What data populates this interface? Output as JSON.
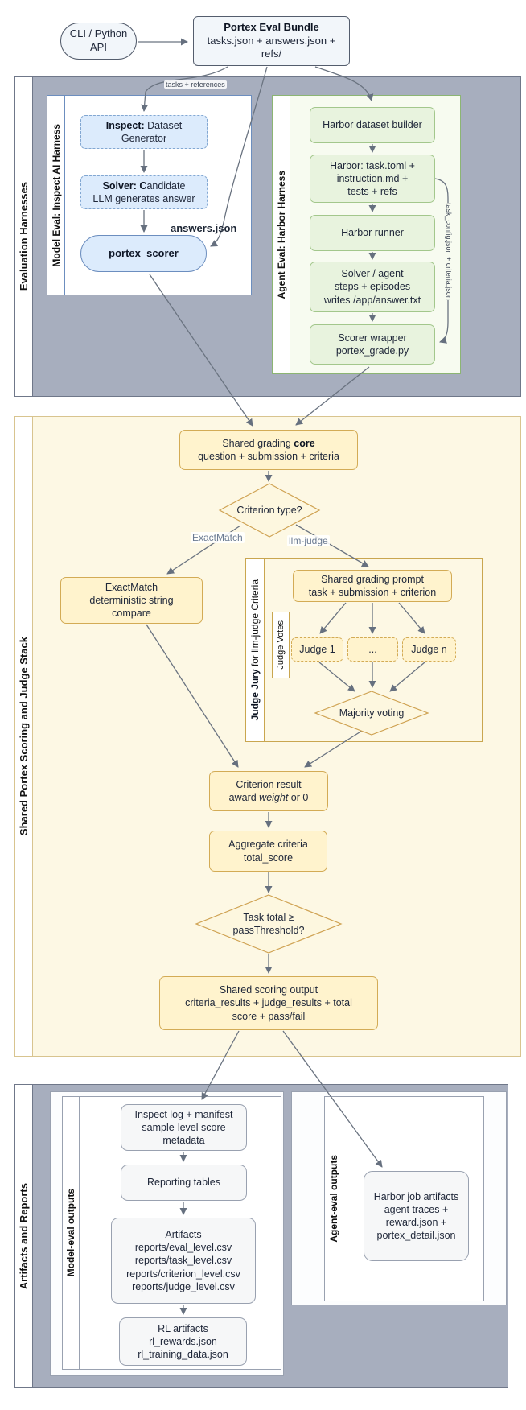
{
  "colors": {
    "section_gray": "#a7aebe",
    "section_yellow_bg": "#fdf8e4",
    "blue_fill": "#dcebfc",
    "blue_border": "#6c8ebf",
    "green_fill": "#e8f3de",
    "green_border": "#82b366",
    "yellow_fill": "#fff3cd",
    "yellow_border": "#d3ab55",
    "arrow_gray": "#6a7380"
  },
  "top": {
    "cli_lines": [
      "CLI / Python",
      "API"
    ],
    "bundle_title": "Portex Eval Bundle",
    "bundle_lines": [
      "tasks.json + answers.json +",
      "refs/"
    ],
    "edge_tasks": "tasks + references",
    "edge_answers": "answers.json"
  },
  "harnesses": {
    "section_label": "Evaluation Harnesses",
    "model": {
      "label": "Model Eval: Inspect AI Harness",
      "inspect_b": "Inspect:",
      "inspect_r1": "Dataset",
      "inspect_r2": "Generator",
      "solver_b": "Solver: C",
      "solver_r1": "andidate",
      "solver_r2": "LLM generates answer",
      "scorer": "portex_scorer"
    },
    "agent": {
      "label": "Agent Eval: Harbor Harness",
      "builder": "Harbor dataset builder",
      "task_lines": [
        "Harbor: task.toml +",
        "instruction.md +",
        "tests + refs"
      ],
      "runner": "Harbor runner",
      "solver_lines": [
        "Solver / agent",
        "steps + episodes",
        "writes /app/answer.txt"
      ],
      "scorer_lines": [
        "Scorer wrapper",
        "portex_grade.py"
      ],
      "side_edge": "task_config.json + criteria.json"
    }
  },
  "scoring": {
    "section_label": "Shared Portex Scoring and Judge Stack",
    "core_pre": "Shared grading",
    "core_b": "core",
    "core_line2": "question + submission + criteria",
    "criterion_type": "Criterion type?",
    "branch_exact": "ExactMatch",
    "branch_llm": "llm-judge",
    "exact_lines": [
      "ExactMatch",
      "deterministic string",
      "compare"
    ],
    "jury_b": "Judge Jury",
    "jury_r": "for llm-judge Criteria",
    "prompt_lines": [
      "Shared grading prompt",
      "task + submission + criterion"
    ],
    "votes_label": "Judge Votes",
    "judge1": "Judge 1",
    "judge_dots": "...",
    "judge_n": "Judge n",
    "majority": "Majority voting",
    "result_l1": "Criterion result",
    "result_pre": "award",
    "result_i": "weight",
    "result_post": "or 0",
    "agg_lines": [
      "Aggregate criteria",
      "total_score"
    ],
    "threshold_lines": [
      "Task total ≥",
      "passThreshold?"
    ],
    "output_l1": "Shared scoring output",
    "output_lines": [
      "criteria_results + judge_results + total",
      "score + pass/fail"
    ]
  },
  "artifacts": {
    "section_label": "Artifacts and Reports",
    "model_label": "Model-eval outputs",
    "inspect_log_lines": [
      "Inspect log + manifest",
      "sample-level score",
      "metadata"
    ],
    "reporting": "Reporting tables",
    "artifacts_title": "Artifacts",
    "artifacts_files": [
      "reports/eval_level.csv",
      "reports/task_level.csv",
      "reports/criterion_level.csv",
      "reports/judge_level.csv"
    ],
    "rl_title": "RL artifacts",
    "rl_files": [
      "rl_rewards.json",
      "rl_training_data.json"
    ],
    "agent_label": "Agent-eval outputs",
    "agent_box_lines": [
      "Harbor job artifacts",
      "agent traces +",
      "reward.json +",
      "portex_detail.json"
    ]
  }
}
